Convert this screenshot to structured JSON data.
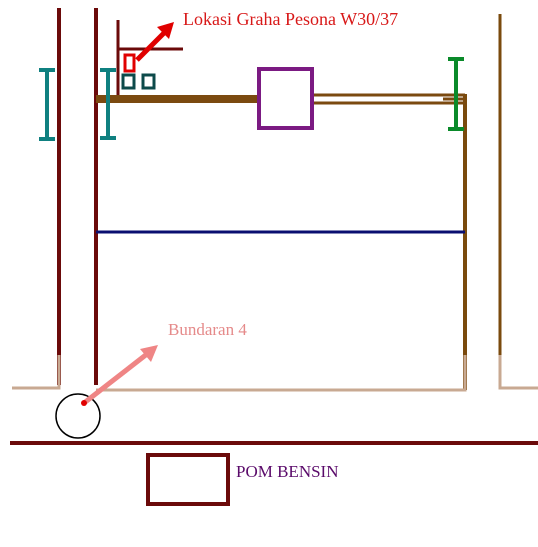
{
  "labels": {
    "location": "Lokasi Graha Pesona W30/37",
    "roundabout": "Bundaran 4",
    "gas_station": "POM BENSIN"
  },
  "colors": {
    "road_maroon": "#6b0a0a",
    "road_brown": "#7a4a0d",
    "connector_brown": "#7b4a10",
    "teal": "#0f8080",
    "green": "#0a8a2a",
    "purple": "#7b1a82",
    "navy": "#0a0f70",
    "dark_teal": "#0c4a4a",
    "red": "#e00000",
    "pink": "#ef8585",
    "tan": "#c8a992",
    "label_red": "#d81818",
    "label_pink": "#e58a8a",
    "label_purple": "#5a0a6a",
    "black": "#000000"
  }
}
